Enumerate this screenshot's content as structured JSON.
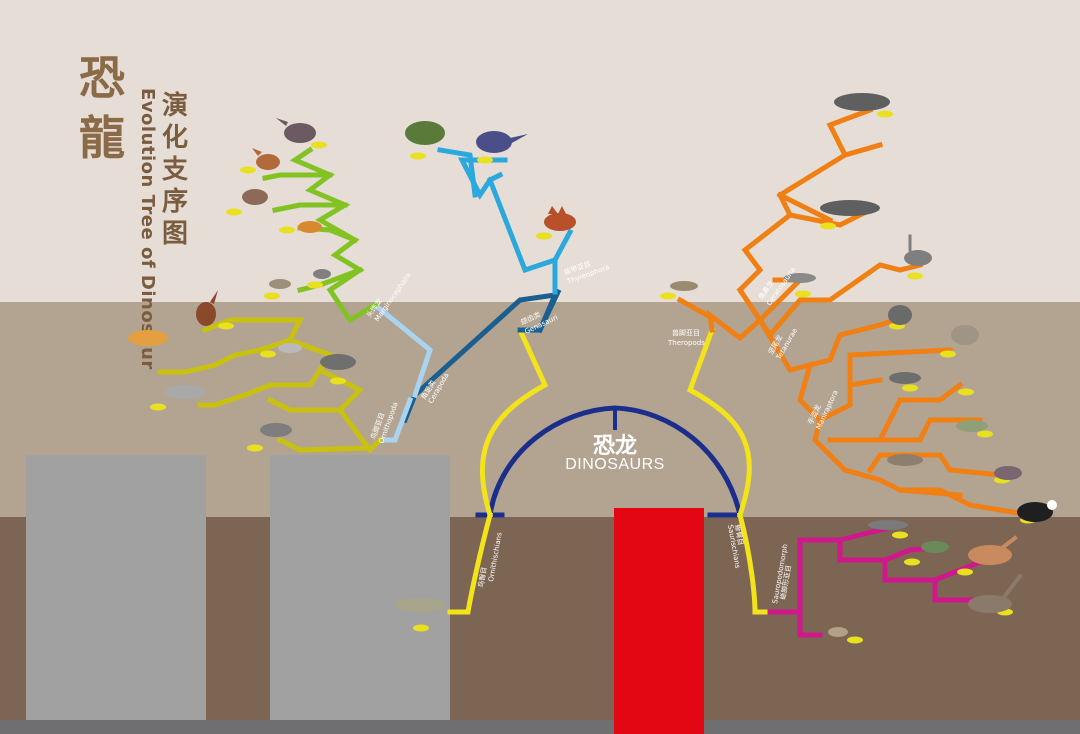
{
  "title": {
    "cn_main": "恐龍",
    "cn_sub": "演化支序图",
    "en": "Evolution Tree of Dinosaur"
  },
  "center": {
    "cn": "恐龙",
    "en": "DINOSAURS"
  },
  "clades": {
    "ornithischians": {
      "cn": "鸟臀目",
      "en": "Ornithischians"
    },
    "saurischians": {
      "cn": "蜥臀目",
      "en": "Saurischians"
    },
    "sauropodomorph": {
      "cn": "蜥脚形亚目",
      "en": "Sauropodomorph"
    },
    "theropods": {
      "cn": "兽脚亚目",
      "en": "Theropods"
    },
    "genasauri": {
      "cn": "颌齿类",
      "en": "Genasauri"
    },
    "cerapoda": {
      "cn": "角足类",
      "en": "Cerapoda"
    },
    "thyreophora": {
      "cn": "装甲亚目",
      "en": "Thyreophora"
    },
    "marginocephalia": {
      "cn": "头饰龙",
      "en": "Marginocephalia"
    },
    "ornithopoda": {
      "cn": "鸟脚亚目",
      "en": "Ornithopoda"
    },
    "ceratosauria": {
      "cn": "角鼻龙",
      "en": "Ceratosauria"
    },
    "tetanurae": {
      "cn": "坚尾龙",
      "en": "Tetanurae"
    },
    "maniraptora": {
      "cn": "手盗龙",
      "en": "Maniraptora"
    }
  },
  "colors": {
    "root": "#1c2e8c",
    "trunk": "#f2e31b",
    "genasauri": "#1a5f8f",
    "thyreophora": "#2ba9dd",
    "cerapoda": "#a9d3ee",
    "marginocephalia": "#82c323",
    "ornithopoda": "#c9c10f",
    "theropods": "#f07f14",
    "sauropodomorph": "#d0178c",
    "tag": "#e9e020",
    "pillar": "#a1a1a1",
    "door": "#e30613"
  }
}
